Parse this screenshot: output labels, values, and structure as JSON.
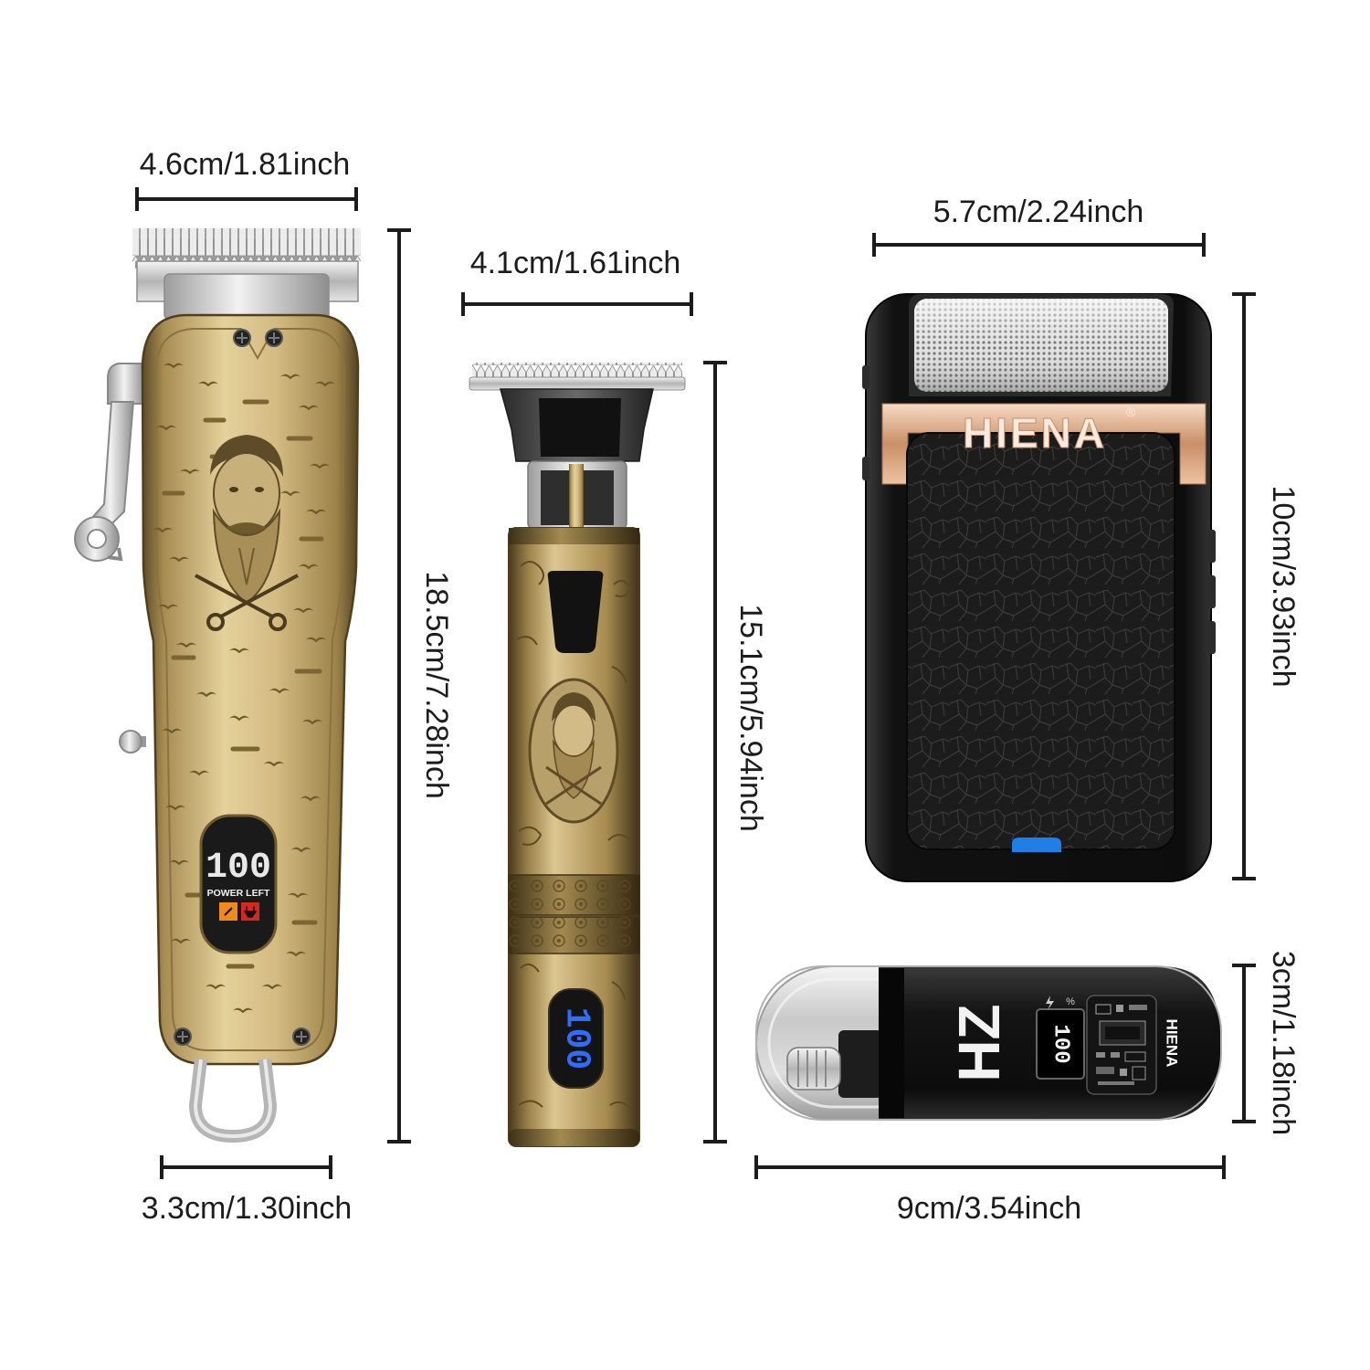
{
  "dimensions": {
    "clipper_width": "4.6cm/1.81inch",
    "clipper_height": "18.5cm/7.28inch",
    "clipper_bottom_width": "3.3cm/1.30inch",
    "trimmer_width": "4.1cm/1.61inch",
    "trimmer_height": "15.1cm/5.94inch",
    "shaver_width": "5.7cm/2.24inch",
    "shaver_height": "10cm/3.93inch",
    "nose_trimmer_height": "3cm/1.18inch",
    "nose_trimmer_width": "9cm/3.54inch"
  },
  "clipper": {
    "display_value": "100",
    "display_label": "POWER LEFT",
    "display_icons": [
      "battery-icon",
      "plug-icon"
    ]
  },
  "trimmer": {
    "display_value": "100"
  },
  "shaver": {
    "brand": "HIENA",
    "registered_mark": "®"
  },
  "nose_trimmer": {
    "logo": "HZ",
    "brand": "HIENA",
    "display_value": "100",
    "display_unit": "%"
  },
  "colors": {
    "gold": "#d7c087",
    "silver": "#dcdcdc",
    "shaver_black": "#1d1d1d",
    "rose_gold": "#e8b796",
    "led_blue": "#2f6cff",
    "power_orange": "#f08a1c",
    "power_red": "#d8281d",
    "dimension_line": "#1c1c1c"
  }
}
